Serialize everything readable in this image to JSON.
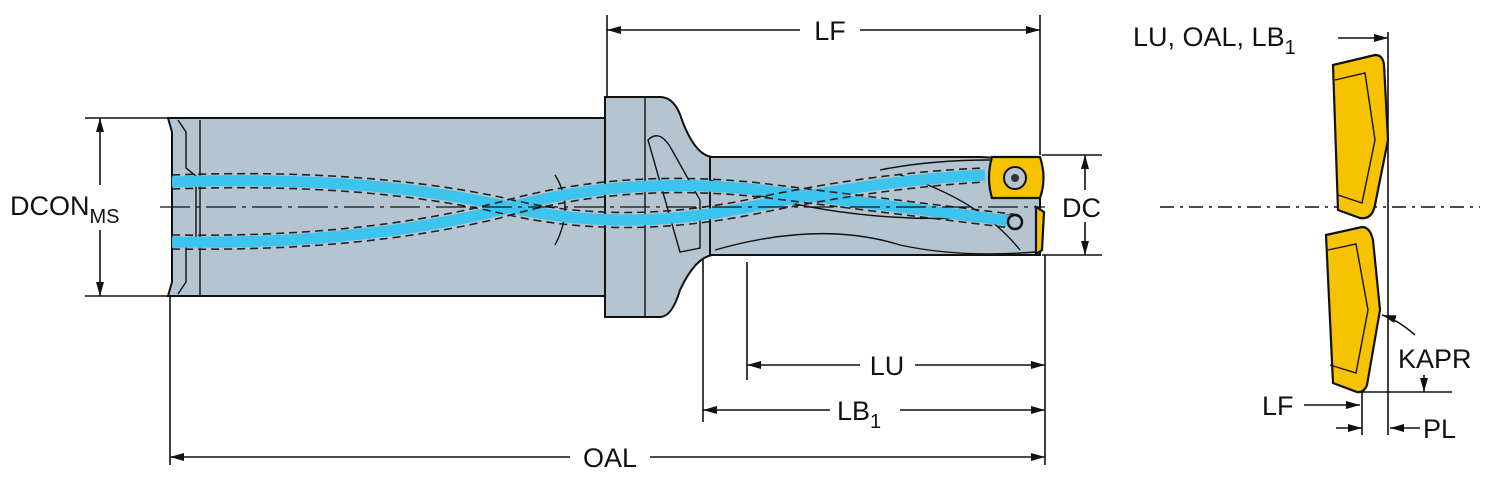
{
  "labels": {
    "lf": "LF",
    "dcon": "DCON",
    "dcon_sub": "MS",
    "dc": "DC",
    "lu": "LU",
    "lb": "LB",
    "lb_sub": "1",
    "oal": "OAL",
    "detail_top": "LU, OAL, LB",
    "detail_top_sub": "1",
    "kapr": "KAPR",
    "detail_lf": "LF",
    "pl": "PL"
  },
  "colors": {
    "body": "#b4c4d0",
    "coolant": "#3cc4ef",
    "insert": "#f7c300"
  }
}
